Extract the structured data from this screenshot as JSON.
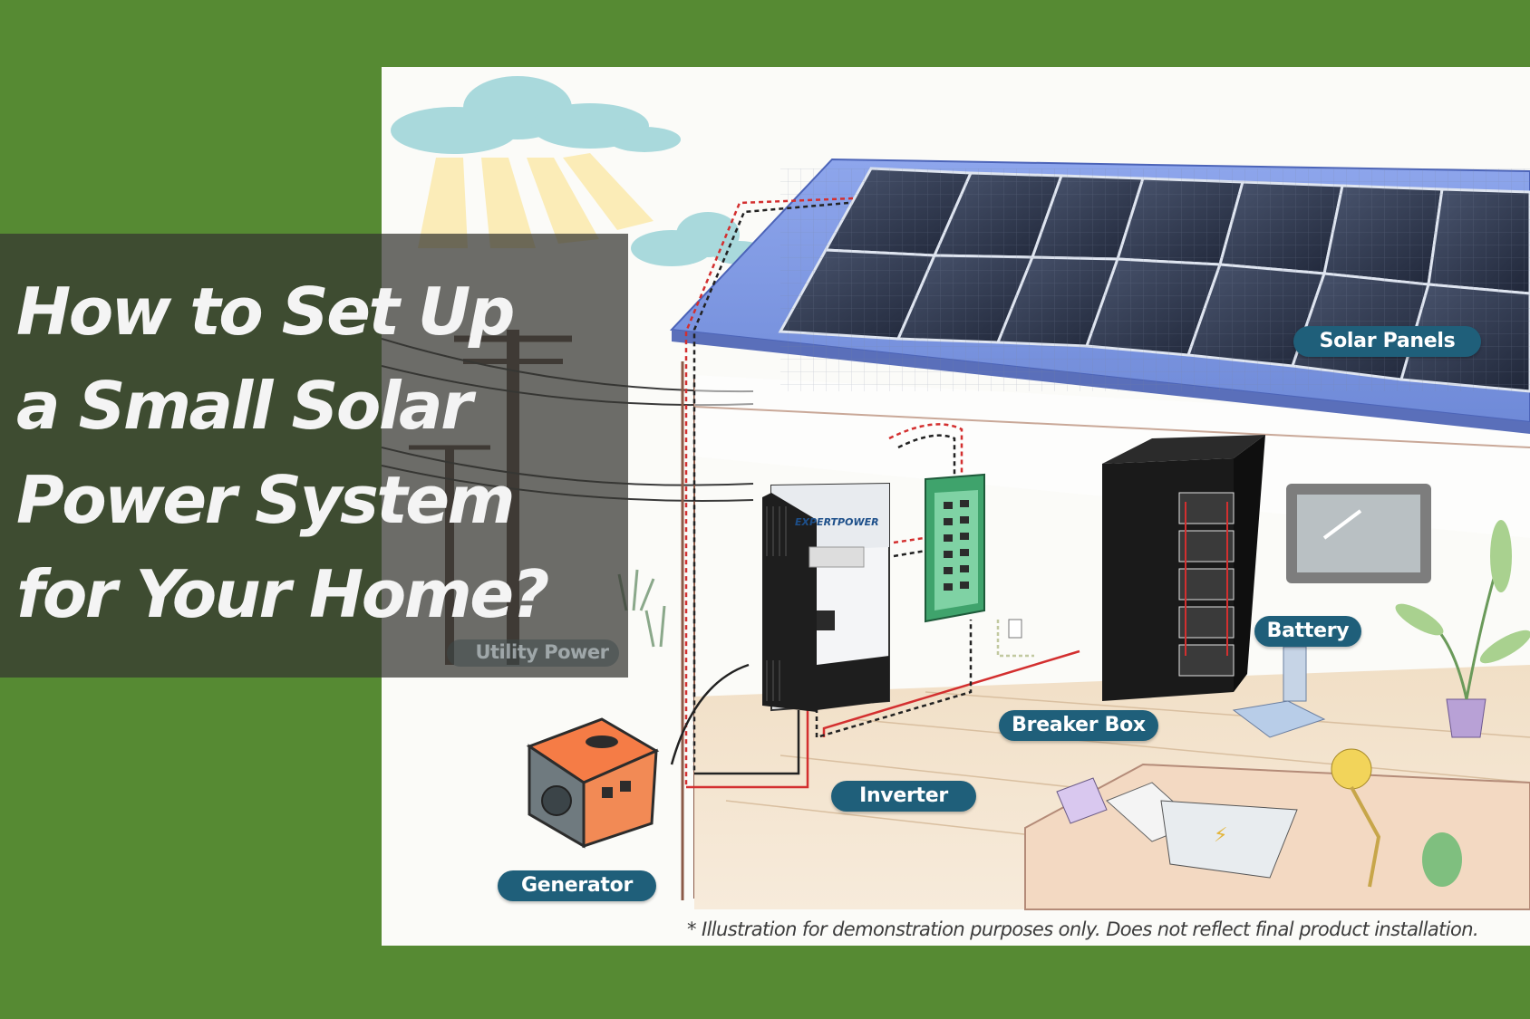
{
  "title": {
    "lines": [
      "How to Set Up",
      "a Small Solar",
      "Power System",
      "for Your Home?"
    ]
  },
  "labels": {
    "solar_panels": "Solar Panels",
    "battery": "Battery",
    "breaker_box": "Breaker Box",
    "inverter": "Inverter",
    "generator": "Generator",
    "utility_power": "Utility Power"
  },
  "disclaimer": "* Illustration for demonstration purposes only. Does not reflect final product installation.",
  "inverter_brand": "EXPERTPOWER",
  "colors": {
    "background_green": "#568a33",
    "label_pill": "#1f5f7a",
    "wire_red": "#d32f2f",
    "wire_black": "#222222"
  }
}
